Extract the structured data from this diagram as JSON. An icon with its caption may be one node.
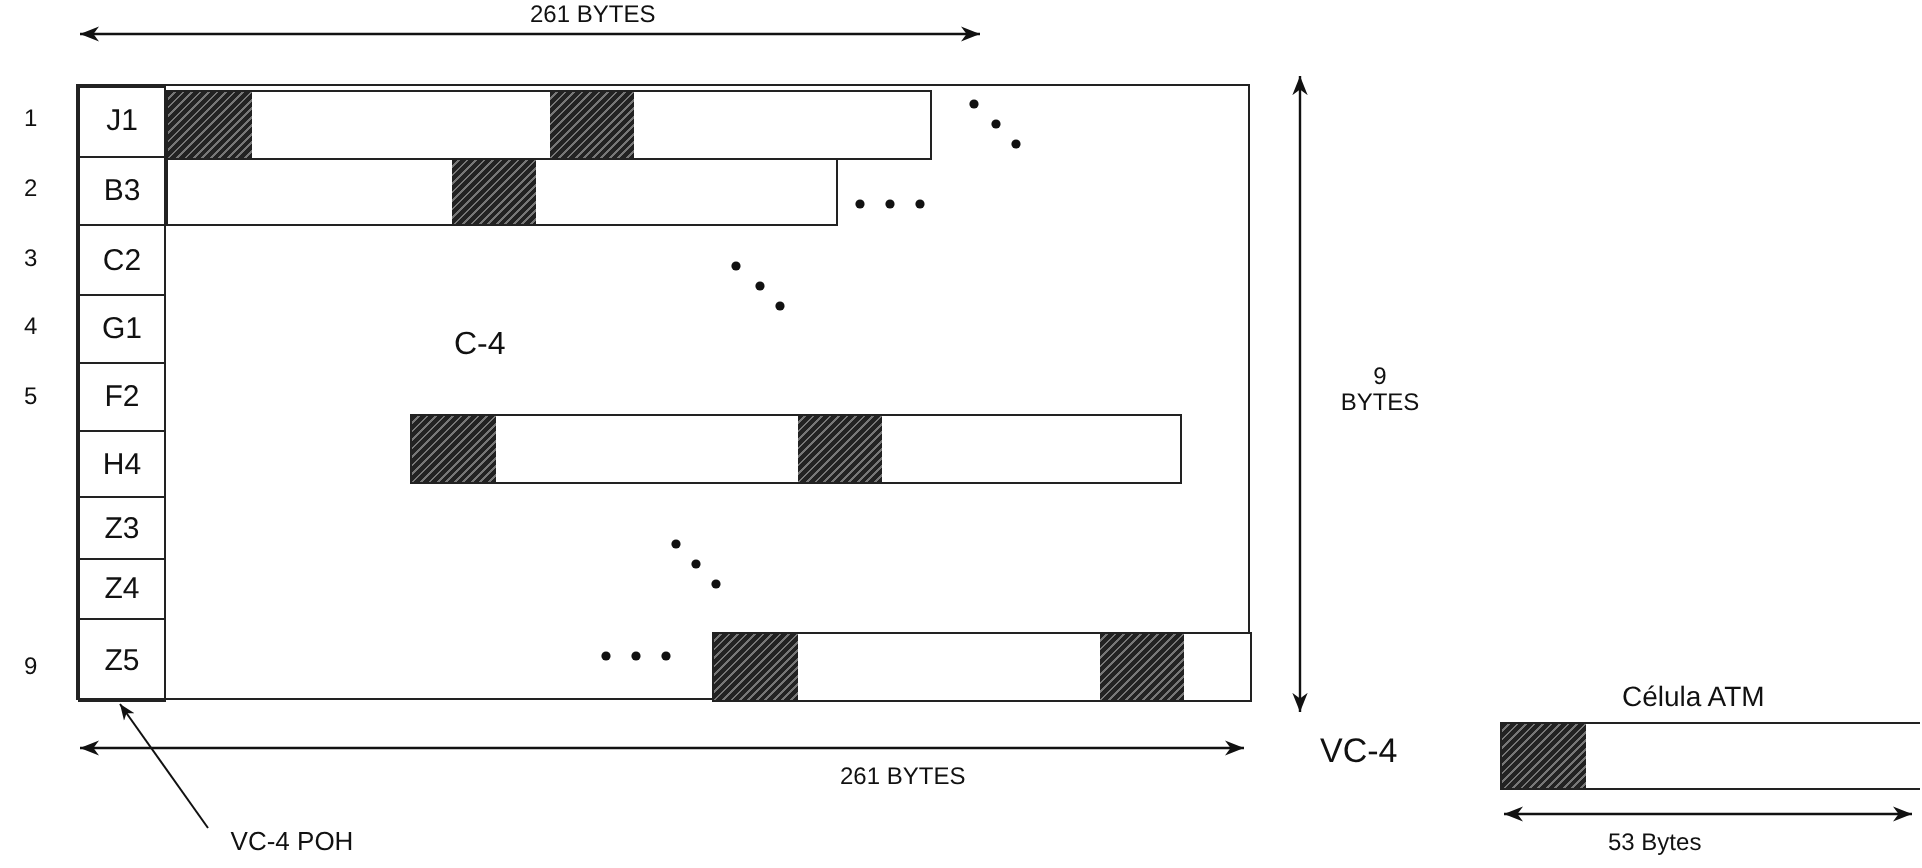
{
  "diagram": {
    "nodes": [
      {
        "text": [],
        "shape": "box",
        "beside": [
          "VC-4"
        ]
      },
      {
        "text": [],
        "shape": "box",
        "in": 0
      },
      {
        "text": [
          "J1"
        ],
        "in": 1
      },
      {
        "text": [
          "B3"
        ],
        "in": 1
      },
      {
        "text": [
          "C2"
        ],
        "in": 1
      },
      {
        "text": [
          "G1"
        ],
        "in": 1
      },
      {
        "text": [
          "F2"
        ],
        "in": 1
      },
      {
        "text": [
          "H4"
        ],
        "in": 1
      },
      {
        "text": [
          "Z3"
        ],
        "in": 1
      },
      {
        "text": [
          "Z4"
        ],
        "in": 1
      },
      {
        "text": [
          "Z5"
        ],
        "in": 1
      },
      {
        "text": [
          "C-4"
        ],
        "in": 0
      },
      {
        "text": [],
        "shape": "bar",
        "in": 11
      },
      {
        "text": [],
        "shape": "bar",
        "in": 11
      },
      {
        "text": [],
        "shape": "bar",
        "in": 11
      },
      {
        "text": [],
        "shape": "bar",
        "in": 11
      },
      {
        "text": [
          "Célula ATM"
        ]
      },
      {
        "text": [
          "VC-4 POH"
        ]
      }
    ],
    "edges": [
      {
        "from": 17,
        "to": 1,
        "arrow": "to"
      }
    ],
    "labels": [
      "261 BYTES",
      "1",
      "2",
      "3",
      "4",
      "5",
      "9 BYTES",
      "9",
      "261 BYTES",
      "53 Bytes"
    ]
  }
}
